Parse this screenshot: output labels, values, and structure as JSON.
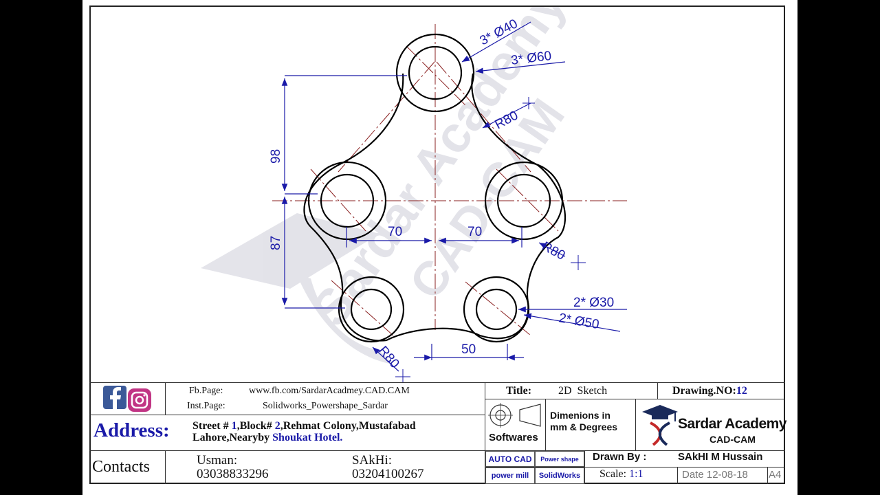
{
  "social": {
    "fb_icon": "facebook-icon",
    "ig_icon": "instagram-icon",
    "fb_color": "#3b5998",
    "ig_color": "#c13584"
  },
  "pages": {
    "fb_label": "Fb.Page:",
    "fb_value": "www.fb.com/SardarAcadmey.CAD.CAM",
    "inst_label": "Inst.Page:",
    "inst_value": "Solidworks_Powershape_Sardar"
  },
  "address": {
    "label": "Address:",
    "line1_parts": [
      "Street # ",
      "1",
      ",Block# ",
      "2",
      ",Rehmat Colony,Mustafabad"
    ],
    "line2_parts": [
      "Lahore,Nearyby ",
      "Shoukat Hotel."
    ]
  },
  "contacts": {
    "label": "Contacts",
    "person1_name": "Usman:",
    "person1_phone": "03038833296",
    "person2_name": "SAkHi:",
    "person2_phone": "03204100267"
  },
  "title_block": {
    "title_label": "Title:",
    "title_value": "2D  Sketch",
    "drawing_no_label": "Drawing.NO:",
    "drawing_no_value": "12",
    "units_line1": "Dimenions in",
    "units_line2": "mm & Degrees",
    "softwares_label": "Softwares",
    "drawn_by_label": "Drawn By :",
    "drawn_by_value": "SAkHI M Hussain",
    "scale_label": "Scale:",
    "scale_value": "1:1",
    "date_label": "Date",
    "date_value": "12-08-18",
    "sheet_size": "A4"
  },
  "software_tags": [
    "AUTO CAD",
    "Power shape",
    "power mill",
    "SolidWorks"
  ],
  "logo": {
    "name": "Sardar Academy",
    "sub": "CAD-CAM",
    "icon": "graduation-cap-icon",
    "watermark_line1": "Sardar Academy",
    "watermark_line2": "CAD-CAM"
  },
  "dimensions": {
    "top_hole_inner": "3* Ø40",
    "top_hole_outer": "3* Ø60",
    "fillet_top_right": "R80",
    "fillet_right": "R80",
    "fillet_bottom": "R80",
    "bottom_hole_inner": "2* Ø30",
    "bottom_hole_outer": "2* Ø50",
    "vertical_upper": "98",
    "vertical_lower": "87",
    "horizontal_left": "70",
    "horizontal_right": "70",
    "horizontal_bottom": "50"
  },
  "colors": {
    "dimension": "#1a1aa8",
    "geometry": "#000000",
    "centerline": "#8a2020",
    "frame": "#222222"
  }
}
